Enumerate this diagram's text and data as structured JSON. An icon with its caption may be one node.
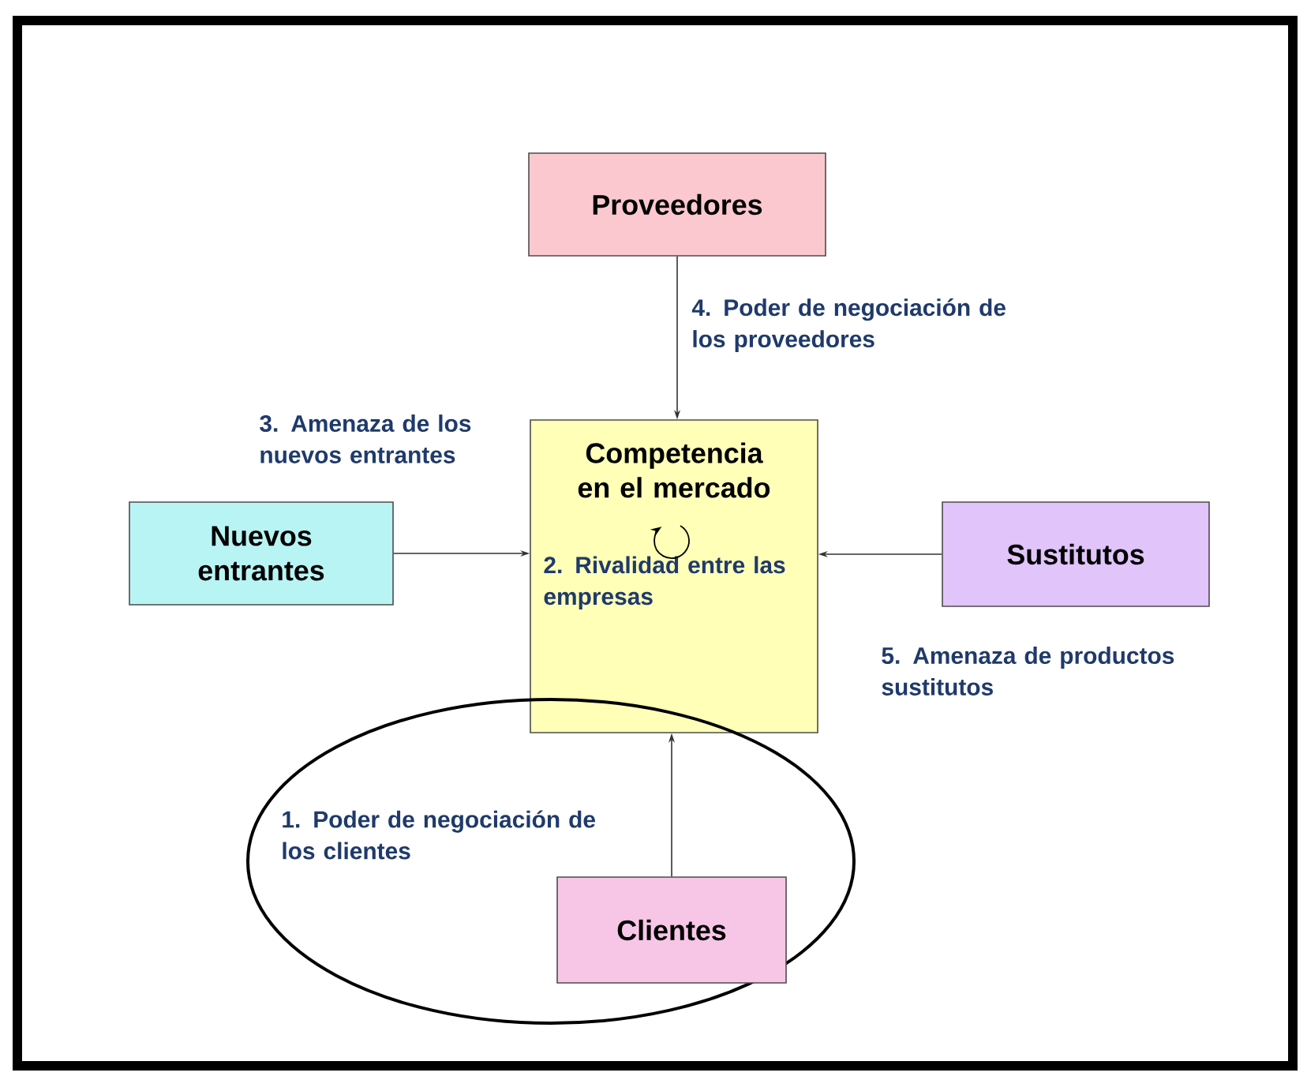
{
  "diagram": {
    "nodes": [
      {
        "text": [
          "Proveedores"
        ]
      },
      {
        "text": [
          "Competencia en el mercado",
          "2. Rivalidad entre las empresas"
        ]
      },
      {
        "text": [
          "Nuevos entrantes"
        ]
      },
      {
        "text": [
          "Sustitutos"
        ]
      },
      {
        "text": [
          "1. Poder de negociación de los clientes"
        ]
      },
      {
        "text": [
          "Clientes"
        ],
        "in": 4
      }
    ],
    "edges": [
      {
        "from": 0,
        "to": 1,
        "arrow": "to",
        "label": "4. Poder de negociación de los proveedores"
      },
      {
        "from": 2,
        "to": 1,
        "arrow": "to",
        "label": "3. Amenaza de los nuevos entrantes"
      },
      {
        "from": 3,
        "to": 1,
        "arrow": "to",
        "label": "5. Amenaza de productos sustitutos"
      },
      {
        "from": 5,
        "to": 1,
        "arrow": "to"
      }
    ]
  }
}
